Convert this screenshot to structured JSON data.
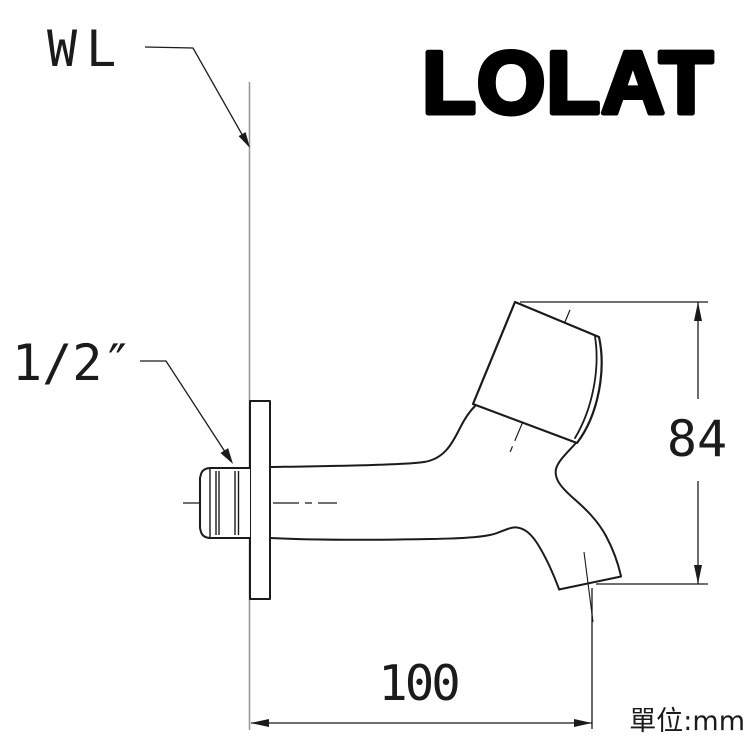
{
  "brand": {
    "logo_text": "LOLAT"
  },
  "annotations": {
    "wall_line_label": "WL",
    "inlet_thread_label": "1/2″",
    "units_label": "單位:mm"
  },
  "dimensions": {
    "height_mm": "84",
    "length_mm": "100"
  },
  "icons": {
    "arrowheads": "filled-triangle-cad-arrows",
    "centerline_style": "dash-dot"
  },
  "colors": {
    "line": "#1b1b1b",
    "wall_line": "#9b9b9b",
    "text": "#1b1b1b",
    "logo": "#000000",
    "background": "#ffffff"
  }
}
